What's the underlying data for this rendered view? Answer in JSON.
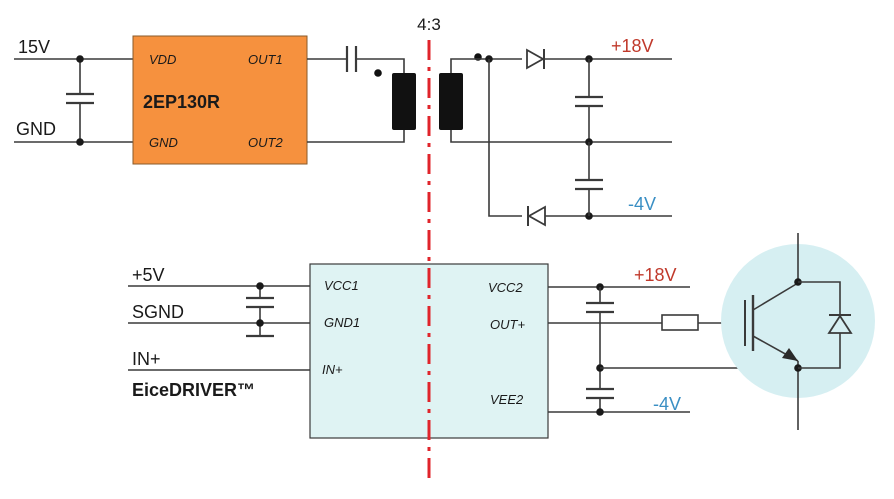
{
  "ratio_label": "4:3",
  "colors": {
    "positive": "#c0392b",
    "negative": "#3a8fc4",
    "chip_orange": "#f6913e",
    "chip_cyan": "#dff3f3",
    "isolation": "#e0242b",
    "igbt_bg": "#d6eff2"
  },
  "top": {
    "input_voltage": "15V",
    "input_gnd": "GND",
    "chip_name": "2EP130R",
    "pins": {
      "vdd": "VDD",
      "gnd": "GND",
      "out1": "OUT1",
      "out2": "OUT2"
    },
    "out_pos": "+18V",
    "out_neg": "-4V"
  },
  "bottom": {
    "in_supply": "+5V",
    "in_gnd": "SGND",
    "in_signal": "IN+",
    "driver_name": "EiceDRIVER™",
    "pins": {
      "vcc1": "VCC1",
      "gnd1": "GND1",
      "in": "IN+",
      "vcc2": "VCC2",
      "out": "OUT+",
      "vee2": "VEE2"
    },
    "out_pos": "+18V",
    "out_neg": "-4V"
  },
  "icons": [
    "capacitor-icon",
    "transformer-icon",
    "diode-icon",
    "resistor-icon",
    "igbt-icon",
    "freewheel-diode-icon"
  ]
}
